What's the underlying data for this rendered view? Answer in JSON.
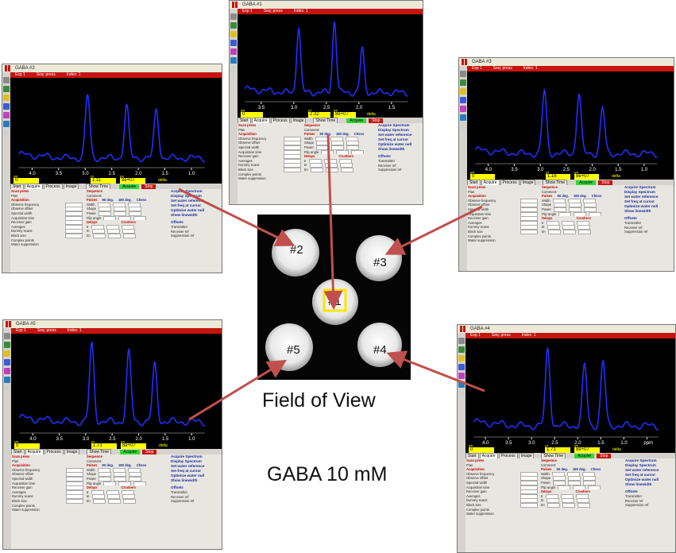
{
  "figure": {
    "fov_label": "Field of View",
    "gaba_label": "GABA 10 mM",
    "phantom_labels": [
      "#1",
      "#2",
      "#3",
      "#4",
      "#5"
    ]
  },
  "colors": {
    "spectrum": "#1f2fff",
    "accent_red": "#c6140e",
    "arrow": "#c0504d",
    "highlight": "#ffe400"
  },
  "common": {
    "menu": [
      "Exp 1",
      "Seq: press",
      "Index: 1"
    ],
    "delta": "delta",
    "ppm": "ppm",
    "vp_label": "vp",
    "cr_label": "cr",
    "vs_label": "vs",
    "tabs": [
      "Start",
      "Acquire",
      "Process",
      "Image"
    ],
    "show_time": "Show Time",
    "acquire_btn": "Acquire",
    "stop_btn": "Stop",
    "left_rows": [
      "Scan press",
      "Plan",
      "Acquisition",
      "Observe frequency",
      "Observe offset",
      "Spectral width",
      "Acquisition time",
      "Receiver gain",
      "Averages",
      "Dummy scans",
      "Block size",
      "Complex points",
      "Water suppression"
    ],
    "mid_rows": [
      "Sequence",
      "Comment:",
      "Pulses",
      "Width",
      "Shape",
      "Power",
      "Flip angle",
      "Delays",
      "tr",
      "te",
      "tm"
    ],
    "pulse_cols": [
      "90 deg.",
      "180 deg.",
      "Chess"
    ],
    "crushers": "Crushers",
    "right_buttons": [
      "Acquire Spectrum",
      "Display Spectrum",
      "Set water reference",
      "Set freq at cursor",
      "Optimize water null",
      "Show linewidth"
    ],
    "offsets": "Offsets",
    "transmitter": "Transmitter",
    "receiver_ref": "Receiver ref",
    "suppression_ref": "Suppression ref"
  },
  "panels": [
    {
      "id": "p1",
      "title": "GABA #1",
      "axis_ticks": [
        "3.5",
        "3.0",
        "2.5",
        "2.0",
        "1.5"
      ],
      "vp": "0",
      "cr": "2.32",
      "vs": "8e+07",
      "peaks": [
        {
          "pos": 0.33,
          "h": 0.92
        },
        {
          "pos": 0.55,
          "h": 1.0
        },
        {
          "pos": 0.72,
          "h": 0.6
        }
      ]
    },
    {
      "id": "p2",
      "title": "GABA #2",
      "axis_ticks": [
        "4.0",
        "3.5",
        "3.0",
        "2.5",
        "2.0",
        "1.5",
        "1.0"
      ],
      "vp": "0",
      "cr": "1.11",
      "vs": "8e+07",
      "peaks": [
        {
          "pos": 0.37,
          "h": 0.85
        },
        {
          "pos": 0.58,
          "h": 0.7
        },
        {
          "pos": 0.74,
          "h": 0.65
        }
      ]
    },
    {
      "id": "p3",
      "title": "GABA #3",
      "axis_ticks": [
        "4.0",
        "3.5",
        "3.0",
        "2.5",
        "2.0",
        "1.5",
        "1.0"
      ],
      "vp": "0",
      "cr": "1.16",
      "vs": "8e+07",
      "peaks": [
        {
          "pos": 0.38,
          "h": 0.82
        },
        {
          "pos": 0.57,
          "h": 0.8
        },
        {
          "pos": 0.7,
          "h": 0.6
        }
      ]
    },
    {
      "id": "p4",
      "title": "GABA #4",
      "axis_ticks": [
        "4.0",
        "3.5",
        "3.0",
        "2.5",
        "2.0",
        "1.5",
        "1.0",
        "ppm"
      ],
      "vp": "0",
      "cr": "1.71",
      "vs": "8e+07",
      "peaks": [
        {
          "pos": 0.4,
          "h": 0.95
        },
        {
          "pos": 0.6,
          "h": 0.75
        },
        {
          "pos": 0.7,
          "h": 0.8
        }
      ]
    },
    {
      "id": "p5",
      "title": "GABA #5",
      "axis_ticks": [
        "4.0",
        "3.5",
        "3.0",
        "2.5",
        "2.0",
        "1.5",
        "1.0"
      ],
      "vp": "0",
      "cr": "1.71",
      "vs": "8e+07",
      "peaks": [
        {
          "pos": 0.39,
          "h": 0.95
        },
        {
          "pos": 0.59,
          "h": 0.85
        },
        {
          "pos": 0.73,
          "h": 0.7
        }
      ]
    }
  ]
}
